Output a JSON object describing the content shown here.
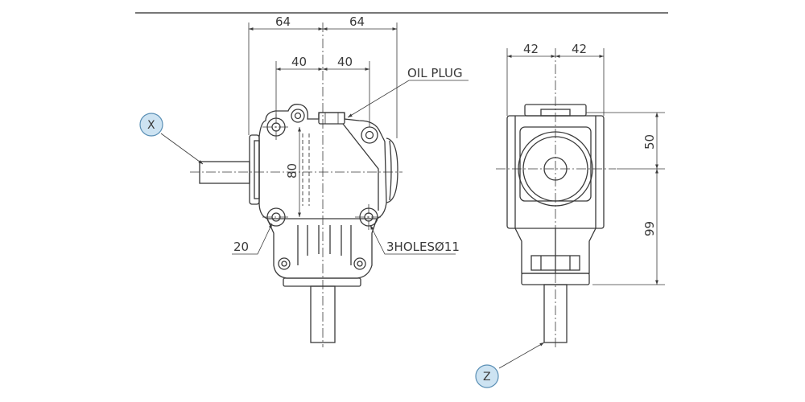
{
  "labels": {
    "dim_front_left_64": "64",
    "dim_front_right_64": "64",
    "dim_front_left_40": "40",
    "dim_front_right_40": "40",
    "dim_front_80": "80",
    "dim_front_20": "20",
    "oil_plug": "OIL PLUG",
    "holes": "3HOLESØ11",
    "dim_side_left_42": "42",
    "dim_side_right_42": "42",
    "dim_side_50": "50",
    "dim_side_99": "99"
  },
  "callouts": {
    "x": "X",
    "z": "Z"
  },
  "colors": {
    "line": "#3a3a3a",
    "bubble_fill": "#cde3f2",
    "bubble_stroke": "#5a8fb5"
  }
}
